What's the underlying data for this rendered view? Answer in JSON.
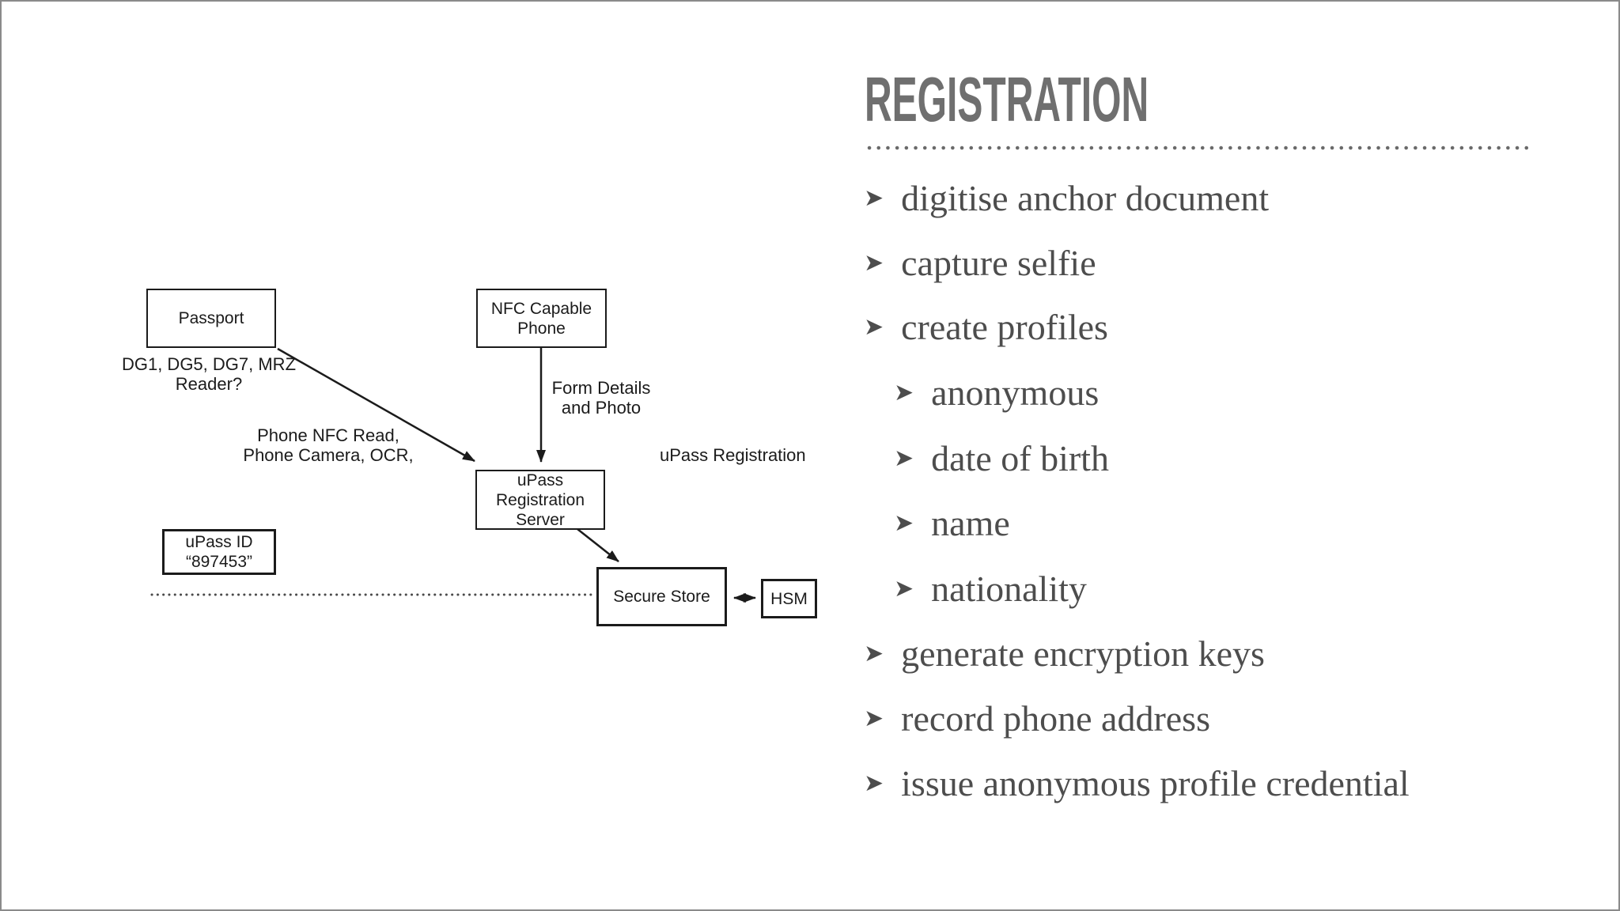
{
  "slide": {
    "title": "REGISTRATION",
    "bullet_char": "➤",
    "bullets": [
      {
        "label": "digitise anchor document",
        "level": 1
      },
      {
        "label": "capture selfie",
        "level": 1
      },
      {
        "label": "create profiles",
        "level": 1
      },
      {
        "label": "anonymous",
        "level": 2
      },
      {
        "label": "date of birth",
        "level": 2
      },
      {
        "label": "name",
        "level": 2
      },
      {
        "label": "nationality",
        "level": 2
      },
      {
        "label": "generate encryption keys",
        "level": 1
      },
      {
        "label": "record phone address",
        "level": 1
      },
      {
        "label": "issue anonymous profile credential",
        "level": 1
      }
    ]
  },
  "diagram": {
    "boxes": {
      "passport": {
        "label": "Passport"
      },
      "nfc_phone": {
        "label": "NFC Capable\nPhone"
      },
      "registration_server": {
        "label": "uPass\nRegistration\nServer"
      },
      "upass_id": {
        "label": "uPass ID\n“897453”"
      },
      "secure_store": {
        "label": "Secure Store"
      },
      "hsm": {
        "label": "HSM"
      }
    },
    "labels": {
      "passport_data_groups": "DG1, DG5, DG7, MRZ\nReader?",
      "phone_read_methods": "Phone NFC Read,\nPhone Camera, OCR,",
      "form_details": "Form Details\nand Photo",
      "upass_registration": "uPass Registration"
    }
  },
  "colors": {
    "title_color": "#6f6f6f",
    "separator_color": "#6a6a6a",
    "list_text_color": "#4d4d4d",
    "diagram_line_color": "#1b1b1b",
    "slide_border_color": "#8a8a8a"
  }
}
